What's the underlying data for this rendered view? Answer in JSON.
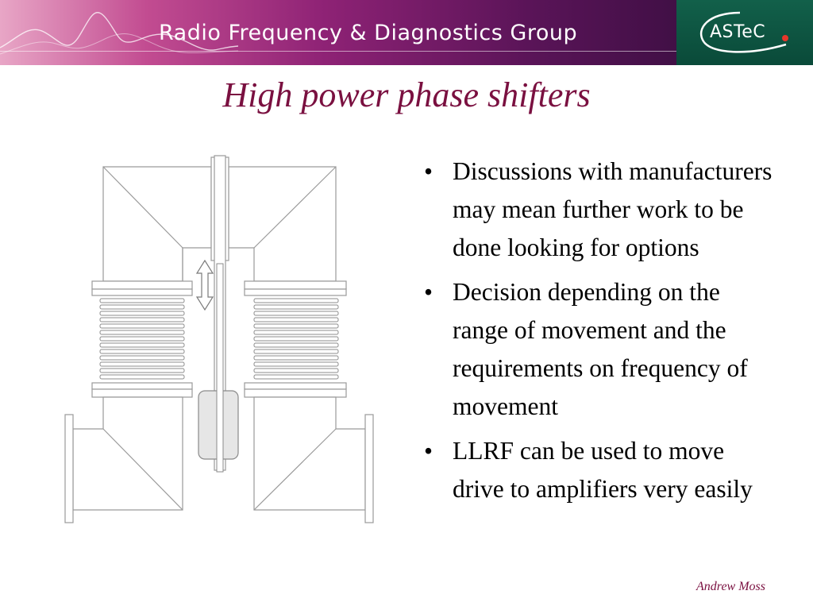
{
  "header": {
    "group_title": "Radio Frequency & Diagnostics Group",
    "logo_text": "ASTeC",
    "accent_color": "#7a1040",
    "logo_bg_color": "#0f5a45"
  },
  "slide": {
    "title": "High power phase shifters",
    "bullet_char": "•",
    "bullets": [
      "Discussions with manufacturers may mean further work to be done looking for options",
      "Decision depending on the range of movement and the requirements on frequency of movement",
      "LLRF can be used to move drive to amplifiers very easily"
    ],
    "author": "Andrew Moss"
  }
}
